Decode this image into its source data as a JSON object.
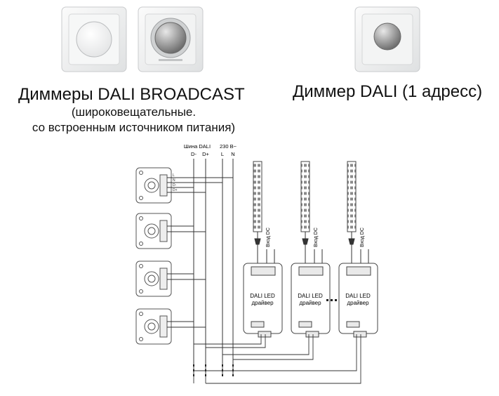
{
  "headings": {
    "broadcast_title": "Диммеры DALI BROADCAST",
    "broadcast_sub1": "(широковещательные.",
    "broadcast_sub2": "со встроенным источником питания)",
    "single_title": "Диммер DALI (1 адресс)"
  },
  "bus": {
    "dali_label": "Шина DALI",
    "dali_minus": "D-",
    "dali_plus": "D+",
    "power_label": "230 В~",
    "power_l": "L",
    "power_n": "N"
  },
  "drivers": [
    {
      "title": "DALI LED",
      "subtitle": "драйвер",
      "input_label": "Вход DC"
    },
    {
      "title": "DALI LED",
      "subtitle": "драйвер",
      "input_label": "Вход DC"
    },
    {
      "title": "DALI LED",
      "subtitle": "драйвер",
      "input_label": "Вход DC"
    }
  ],
  "terminal_marks": [
    "L",
    "N",
    "D-",
    "D+"
  ]
}
